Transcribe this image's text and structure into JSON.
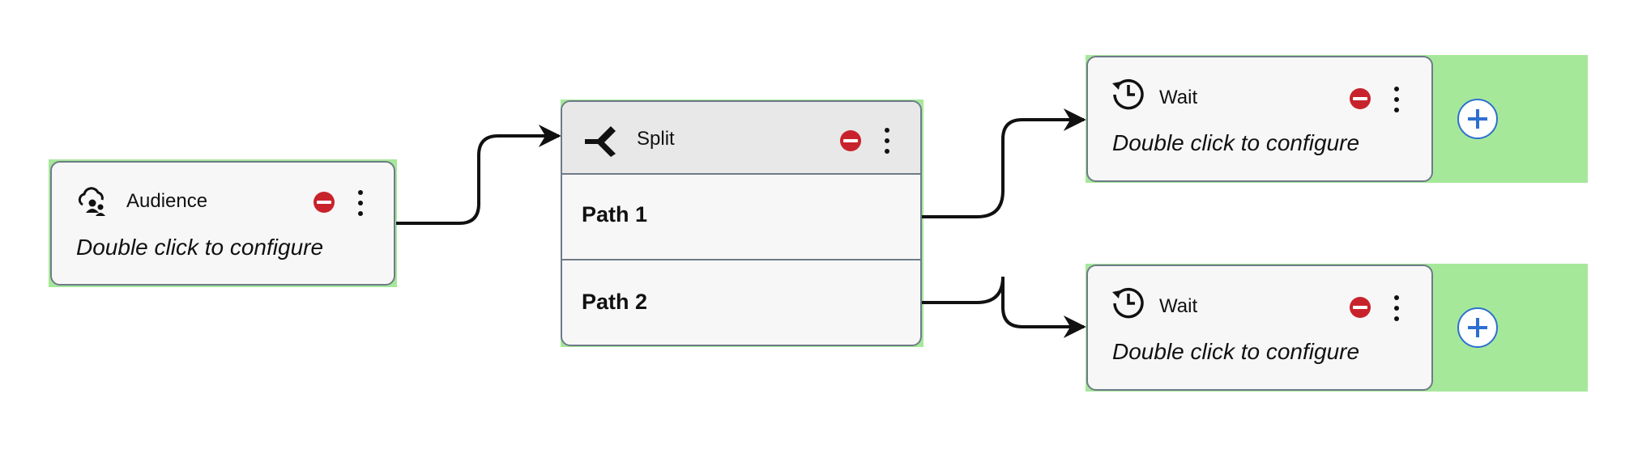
{
  "nodes": {
    "audience": {
      "title": "Audience",
      "hint": "Double click to configure",
      "icon": "audience-icon",
      "status": "error"
    },
    "split": {
      "title": "Split",
      "icon": "split-icon",
      "status": "error",
      "paths": [
        "Path 1",
        "Path 2"
      ]
    },
    "wait_top": {
      "title": "Wait",
      "hint": "Double click to configure",
      "icon": "wait-clock-icon",
      "status": "error"
    },
    "wait_bottom": {
      "title": "Wait",
      "hint": "Double click to configure",
      "icon": "wait-clock-icon",
      "status": "error"
    }
  },
  "colors": {
    "status_error": "#c8232c",
    "add_button": "#2d6fd1",
    "drop_zone": "#a6e89a",
    "node_border": "#6e7b88"
  }
}
